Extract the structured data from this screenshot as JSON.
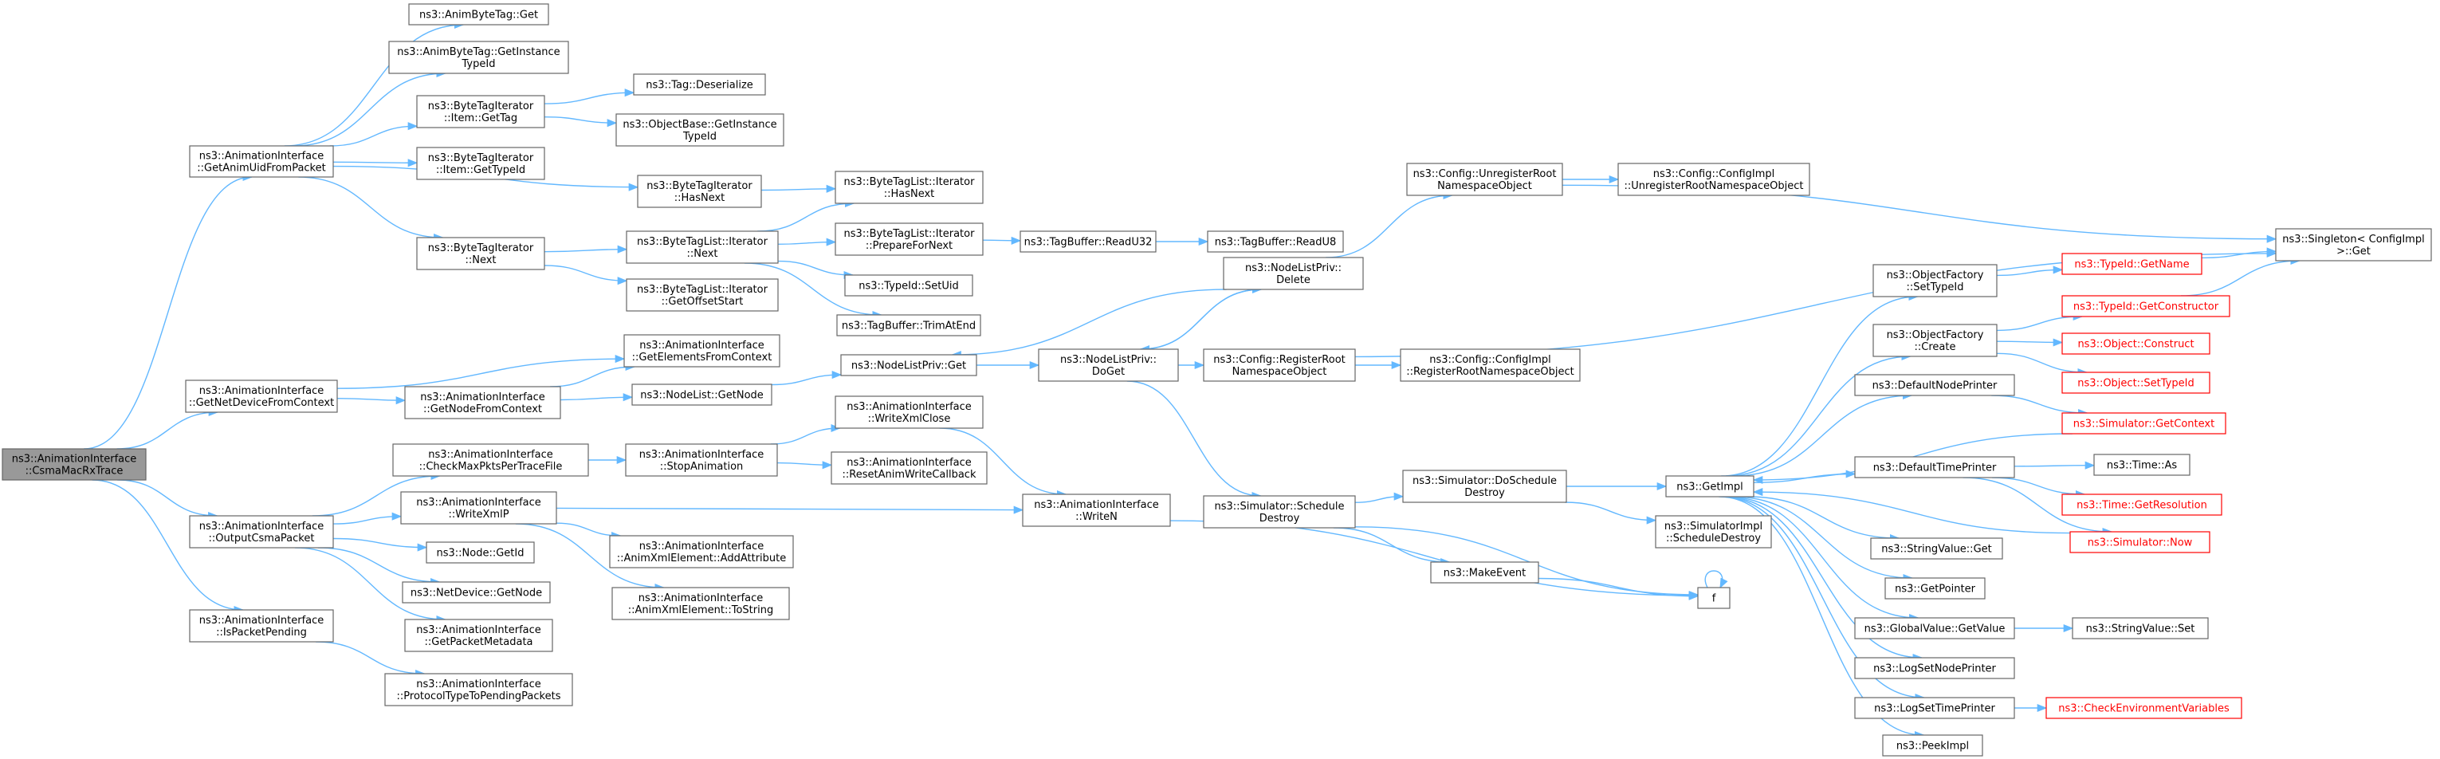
{
  "graph": {
    "title": "",
    "accent_color": "#63b8ff",
    "node_border_color": "#666666",
    "truncated_node_border_color": "#ff0000",
    "root_fill_color": "#999999"
  },
  "nodes": [
    {
      "id": "root",
      "lines": [
        "ns3::AnimationInterface",
        "::CsmaMacRxTrace"
      ],
      "root": true
    },
    {
      "id": "getAnimUid",
      "lines": [
        "ns3::AnimationInterface",
        "::GetAnimUidFromPacket"
      ]
    },
    {
      "id": "animByteTagGet",
      "lines": [
        "ns3::AnimByteTag::Get"
      ]
    },
    {
      "id": "animByteTagGetInstance",
      "lines": [
        "ns3::AnimByteTag::GetInstance",
        "TypeId"
      ]
    },
    {
      "id": "btiItemGetTag",
      "lines": [
        "ns3::ByteTagIterator",
        "::Item::GetTag"
      ]
    },
    {
      "id": "tagDeserialize",
      "lines": [
        "ns3::Tag::Deserialize"
      ]
    },
    {
      "id": "objectBaseGetInstance",
      "lines": [
        "ns3::ObjectBase::GetInstance",
        "TypeId"
      ]
    },
    {
      "id": "btiItemGetTypeId",
      "lines": [
        "ns3::ByteTagIterator",
        "::Item::GetTypeId"
      ]
    },
    {
      "id": "btiHasNext",
      "lines": [
        "ns3::ByteTagIterator",
        "::HasNext"
      ]
    },
    {
      "id": "btlIterHasNext",
      "lines": [
        "ns3::ByteTagList::Iterator",
        "::HasNext"
      ]
    },
    {
      "id": "btiNext",
      "lines": [
        "ns3::ByteTagIterator",
        "::Next"
      ]
    },
    {
      "id": "btlIterNext",
      "lines": [
        "ns3::ByteTagList::Iterator",
        "::Next"
      ]
    },
    {
      "id": "btlIterPrepare",
      "lines": [
        "ns3::ByteTagList::Iterator",
        "::PrepareForNext"
      ]
    },
    {
      "id": "tagBufReadU32",
      "lines": [
        "ns3::TagBuffer::ReadU32"
      ]
    },
    {
      "id": "tagBufReadU8",
      "lines": [
        "ns3::TagBuffer::ReadU8"
      ]
    },
    {
      "id": "typeIdSetUid",
      "lines": [
        "ns3::TypeId::SetUid"
      ]
    },
    {
      "id": "btlIterGetOffset",
      "lines": [
        "ns3::ByteTagList::Iterator",
        "::GetOffsetStart"
      ]
    },
    {
      "id": "tagBufTrim",
      "lines": [
        "ns3::TagBuffer::TrimAtEnd"
      ]
    },
    {
      "id": "getNetDevice",
      "lines": [
        "ns3::AnimationInterface",
        "::GetNetDeviceFromContext"
      ]
    },
    {
      "id": "getElements",
      "lines": [
        "ns3::AnimationInterface",
        "::GetElementsFromContext"
      ]
    },
    {
      "id": "getNodeFromCtx",
      "lines": [
        "ns3::AnimationInterface",
        "::GetNodeFromContext"
      ]
    },
    {
      "id": "nodeListGetNode",
      "lines": [
        "ns3::NodeList::GetNode"
      ]
    },
    {
      "id": "nodeListPrivGet",
      "lines": [
        "ns3::NodeListPriv::Get"
      ]
    },
    {
      "id": "nodeListPrivDoGet",
      "lines": [
        "ns3::NodeListPriv::",
        "DoGet"
      ]
    },
    {
      "id": "nodeListPrivDelete",
      "lines": [
        "ns3::NodeListPriv::",
        "Delete"
      ]
    },
    {
      "id": "configUnregister",
      "lines": [
        "ns3::Config::UnregisterRoot",
        "NamespaceObject"
      ]
    },
    {
      "id": "configImplUnregister",
      "lines": [
        "ns3::Config::ConfigImpl",
        "::UnregisterRootNamespaceObject"
      ]
    },
    {
      "id": "configRegister",
      "lines": [
        "ns3::Config::RegisterRoot",
        "NamespaceObject"
      ]
    },
    {
      "id": "configImplRegister",
      "lines": [
        "ns3::Config::ConfigImpl",
        "::RegisterRootNamespaceObject"
      ]
    },
    {
      "id": "singletonGet",
      "lines": [
        "ns3::Singleton< ConfigImpl",
        ">::Get"
      ]
    },
    {
      "id": "simScheduleDestroy",
      "lines": [
        "ns3::Simulator::Schedule",
        "Destroy"
      ]
    },
    {
      "id": "simDoScheduleDestroy",
      "lines": [
        "ns3::Simulator::DoSchedule",
        "Destroy"
      ]
    },
    {
      "id": "simImplScheduleDestroy",
      "lines": [
        "ns3::SimulatorImpl",
        "::ScheduleDestroy"
      ]
    },
    {
      "id": "makeEvent",
      "lines": [
        "ns3::MakeEvent"
      ]
    },
    {
      "id": "f",
      "lines": [
        "f"
      ]
    },
    {
      "id": "getImpl",
      "lines": [
        "ns3::GetImpl"
      ]
    },
    {
      "id": "objFactorySetTypeId",
      "lines": [
        "ns3::ObjectFactory",
        "::SetTypeId"
      ]
    },
    {
      "id": "typeIdGetName",
      "lines": [
        "ns3::TypeId::GetName"
      ],
      "red": true
    },
    {
      "id": "objFactoryCreate",
      "lines": [
        "ns3::ObjectFactory",
        "::Create"
      ]
    },
    {
      "id": "typeIdGetConstructor",
      "lines": [
        "ns3::TypeId::GetConstructor"
      ],
      "red": true
    },
    {
      "id": "objectConstruct",
      "lines": [
        "ns3::Object::Construct"
      ],
      "red": true
    },
    {
      "id": "objectSetTypeId",
      "lines": [
        "ns3::Object::SetTypeId"
      ],
      "red": true
    },
    {
      "id": "defaultNodePrinter",
      "lines": [
        "ns3::DefaultNodePrinter"
      ]
    },
    {
      "id": "simGetContext",
      "lines": [
        "ns3::Simulator::GetContext"
      ],
      "red": true
    },
    {
      "id": "defaultTimePrinter",
      "lines": [
        "ns3::DefaultTimePrinter"
      ]
    },
    {
      "id": "timeAs",
      "lines": [
        "ns3::Time::As"
      ]
    },
    {
      "id": "timeGetResolution",
      "lines": [
        "ns3::Time::GetResolution"
      ],
      "red": true
    },
    {
      "id": "simNow",
      "lines": [
        "ns3::Simulator::Now"
      ],
      "red": true
    },
    {
      "id": "stringValueGet",
      "lines": [
        "ns3::StringValue::Get"
      ]
    },
    {
      "id": "getPointer",
      "lines": [
        "ns3::GetPointer"
      ]
    },
    {
      "id": "globalValueGetValue",
      "lines": [
        "ns3::GlobalValue::GetValue"
      ]
    },
    {
      "id": "stringValueSet",
      "lines": [
        "ns3::StringValue::Set"
      ]
    },
    {
      "id": "logSetNodePrinter",
      "lines": [
        "ns3::LogSetNodePrinter"
      ]
    },
    {
      "id": "logSetTimePrinter",
      "lines": [
        "ns3::LogSetTimePrinter"
      ]
    },
    {
      "id": "checkEnvVars",
      "lines": [
        "ns3::CheckEnvironmentVariables"
      ],
      "red": true
    },
    {
      "id": "peekImpl",
      "lines": [
        "ns3::PeekImpl"
      ]
    },
    {
      "id": "outputCsma",
      "lines": [
        "ns3::AnimationInterface",
        "::OutputCsmaPacket"
      ]
    },
    {
      "id": "checkMaxPkts",
      "lines": [
        "ns3::AnimationInterface",
        "::CheckMaxPktsPerTraceFile"
      ]
    },
    {
      "id": "stopAnimation",
      "lines": [
        "ns3::AnimationInterface",
        "::StopAnimation"
      ]
    },
    {
      "id": "writeXmlClose",
      "lines": [
        "ns3::AnimationInterface",
        "::WriteXmlClose"
      ]
    },
    {
      "id": "resetAnimWrite",
      "lines": [
        "ns3::AnimationInterface",
        "::ResetAnimWriteCallback"
      ]
    },
    {
      "id": "writeN",
      "lines": [
        "ns3::AnimationInterface",
        "::WriteN"
      ]
    },
    {
      "id": "writeXmlP",
      "lines": [
        "ns3::AnimationInterface",
        "::WriteXmlP"
      ]
    },
    {
      "id": "addAttribute",
      "lines": [
        "ns3::AnimationInterface",
        "::AnimXmlElement::AddAttribute"
      ]
    },
    {
      "id": "toString",
      "lines": [
        "ns3::AnimationInterface",
        "::AnimXmlElement::ToString"
      ]
    },
    {
      "id": "nodeGetId",
      "lines": [
        "ns3::Node::GetId"
      ]
    },
    {
      "id": "netDeviceGetNode",
      "lines": [
        "ns3::NetDevice::GetNode"
      ]
    },
    {
      "id": "getPacketMetadata",
      "lines": [
        "ns3::AnimationInterface",
        "::GetPacketMetadata"
      ]
    },
    {
      "id": "isPacketPending",
      "lines": [
        "ns3::AnimationInterface",
        "::IsPacketPending"
      ]
    },
    {
      "id": "protocolType",
      "lines": [
        "ns3::AnimationInterface",
        "::ProtocolTypeToPendingPackets"
      ]
    }
  ],
  "edges": [
    [
      "root",
      "getAnimUid"
    ],
    [
      "root",
      "getNetDevice"
    ],
    [
      "root",
      "outputCsma"
    ],
    [
      "root",
      "isPacketPending"
    ],
    [
      "getAnimUid",
      "animByteTagGet"
    ],
    [
      "getAnimUid",
      "animByteTagGetInstance"
    ],
    [
      "getAnimUid",
      "btiItemGetTag"
    ],
    [
      "getAnimUid",
      "btiItemGetTypeId"
    ],
    [
      "getAnimUid",
      "btiHasNext"
    ],
    [
      "getAnimUid",
      "btiNext"
    ],
    [
      "btiItemGetTag",
      "tagDeserialize"
    ],
    [
      "btiItemGetTag",
      "objectBaseGetInstance"
    ],
    [
      "btiHasNext",
      "btlIterHasNext"
    ],
    [
      "btiNext",
      "btlIterNext"
    ],
    [
      "btiNext",
      "btlIterGetOffset"
    ],
    [
      "btlIterNext",
      "btlIterHasNext"
    ],
    [
      "btlIterNext",
      "btlIterPrepare"
    ],
    [
      "btlIterNext",
      "typeIdSetUid"
    ],
    [
      "btlIterNext",
      "tagBufTrim"
    ],
    [
      "btlIterPrepare",
      "tagBufReadU32"
    ],
    [
      "tagBufReadU32",
      "tagBufReadU8"
    ],
    [
      "getNetDevice",
      "getElements"
    ],
    [
      "getNetDevice",
      "getNodeFromCtx"
    ],
    [
      "getNodeFromCtx",
      "getElements"
    ],
    [
      "getNodeFromCtx",
      "nodeListGetNode"
    ],
    [
      "nodeListGetNode",
      "nodeListPrivGet"
    ],
    [
      "nodeListPrivGet",
      "nodeListPrivDoGet"
    ],
    [
      "nodeListPrivDoGet",
      "nodeListPrivDelete"
    ],
    [
      "nodeListPrivDoGet",
      "configRegister"
    ],
    [
      "nodeListPrivDoGet",
      "simScheduleDestroy"
    ],
    [
      "nodeListPrivDelete",
      "nodeListPrivGet"
    ],
    [
      "nodeListPrivDelete",
      "nodeListPrivDoGet"
    ],
    [
      "nodeListPrivDelete",
      "configUnregister"
    ],
    [
      "configUnregister",
      "configImplUnregister"
    ],
    [
      "configUnregister",
      "singletonGet"
    ],
    [
      "configRegister",
      "configImplRegister"
    ],
    [
      "configRegister",
      "singletonGet"
    ],
    [
      "simScheduleDestroy",
      "simDoScheduleDestroy"
    ],
    [
      "simScheduleDestroy",
      "makeEvent"
    ],
    [
      "simScheduleDestroy",
      "f"
    ],
    [
      "simDoScheduleDestroy",
      "getImpl"
    ],
    [
      "simDoScheduleDestroy",
      "simImplScheduleDestroy"
    ],
    [
      "makeEvent",
      "f"
    ],
    [
      "f",
      "f"
    ],
    [
      "getImpl",
      "objFactorySetTypeId"
    ],
    [
      "getImpl",
      "objFactoryCreate"
    ],
    [
      "getImpl",
      "defaultNodePrinter"
    ],
    [
      "getImpl",
      "defaultTimePrinter"
    ],
    [
      "getImpl",
      "stringValueGet"
    ],
    [
      "getImpl",
      "getPointer"
    ],
    [
      "getImpl",
      "globalValueGetValue"
    ],
    [
      "getImpl",
      "logSetNodePrinter"
    ],
    [
      "getImpl",
      "logSetTimePrinter"
    ],
    [
      "getImpl",
      "peekImpl"
    ],
    [
      "objFactorySetTypeId",
      "typeIdGetName"
    ],
    [
      "typeIdGetName",
      "singletonGet"
    ],
    [
      "typeIdGetConstructor",
      "singletonGet"
    ],
    [
      "objFactoryCreate",
      "typeIdGetConstructor"
    ],
    [
      "objFactoryCreate",
      "objectConstruct"
    ],
    [
      "objFactoryCreate",
      "objectSetTypeId"
    ],
    [
      "defaultNodePrinter",
      "simGetContext"
    ],
    [
      "simGetContext",
      "getImpl"
    ],
    [
      "simNow",
      "getImpl"
    ],
    [
      "defaultTimePrinter",
      "timeAs"
    ],
    [
      "defaultTimePrinter",
      "timeGetResolution"
    ],
    [
      "defaultTimePrinter",
      "simNow"
    ],
    [
      "globalValueGetValue",
      "stringValueSet"
    ],
    [
      "logSetTimePrinter",
      "checkEnvVars"
    ],
    [
      "outputCsma",
      "checkMaxPkts"
    ],
    [
      "outputCsma",
      "writeXmlP"
    ],
    [
      "outputCsma",
      "nodeGetId"
    ],
    [
      "outputCsma",
      "netDeviceGetNode"
    ],
    [
      "outputCsma",
      "getPacketMetadata"
    ],
    [
      "checkMaxPkts",
      "stopAnimation"
    ],
    [
      "stopAnimation",
      "writeXmlClose"
    ],
    [
      "stopAnimation",
      "resetAnimWrite"
    ],
    [
      "writeXmlClose",
      "writeN"
    ],
    [
      "writeXmlP",
      "writeN"
    ],
    [
      "writeXmlP",
      "addAttribute"
    ],
    [
      "writeXmlP",
      "toString"
    ],
    [
      "writeN",
      "f"
    ],
    [
      "isPacketPending",
      "protocolType"
    ]
  ]
}
